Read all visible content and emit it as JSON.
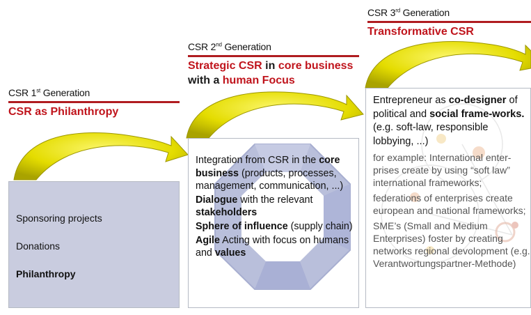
{
  "generations": [
    {
      "label_prefix": "CSR 1",
      "label_sup": "st",
      "label_suffix": " Generation",
      "title": "CSR as Philanthropy",
      "items": [
        "Sponsoring projects",
        "Donations",
        "Philanthropy"
      ]
    },
    {
      "label_prefix": "CSR 2",
      "label_sup": "nd",
      "label_suffix": " Generation",
      "title_parts": [
        "Strategic CSR",
        " in ",
        "core business",
        "with a ",
        "human Focus"
      ],
      "body": {
        "p1_a": "Integration from CSR in the ",
        "p1_b": "core business",
        "p1_c": " (products, processes, management, communication, ...)",
        "p2_a": "Dialogue",
        "p2_b": " with the relevant ",
        "p2_c": "stakeholders",
        "p3_a": "Sphere of influence",
        "p3_b": " (supply chain)",
        "p4_a": "Agile",
        "p4_b": " Acting with focus on humans and ",
        "p4_c": "values"
      }
    },
    {
      "label_prefix": "CSR 3",
      "label_sup": "rd",
      "label_suffix": " Generation",
      "title": "Transformative CSR",
      "body": {
        "intro_a": "Entrepreneur as ",
        "intro_b": "co-designer",
        "intro_c": " of political and ",
        "intro_d": "social frame-works.",
        "intro_e": " (e.g. soft-law, responsible lobbying, ...)",
        "ex1": "for example: International enter-prises create by using “soft law” international frameworks;",
        "ex2": "federations of enterprises create european and national frameworks;",
        "ex3": "SME’s (Small and Medium Enterprises) foster by creating networks regional devolopment (e.g. Verantwortungspartner-Methode)"
      }
    }
  ],
  "colors": {
    "accent_red": "#c0141c",
    "rule_red": "#b01c20",
    "arrow_yellow": "#e8e000",
    "box1_fill": "#c9ccdf",
    "octagon_blue": "#b9bfdb"
  },
  "icons": [
    "curved-arrow-icon",
    "octagon-graphic",
    "network-graphic"
  ]
}
